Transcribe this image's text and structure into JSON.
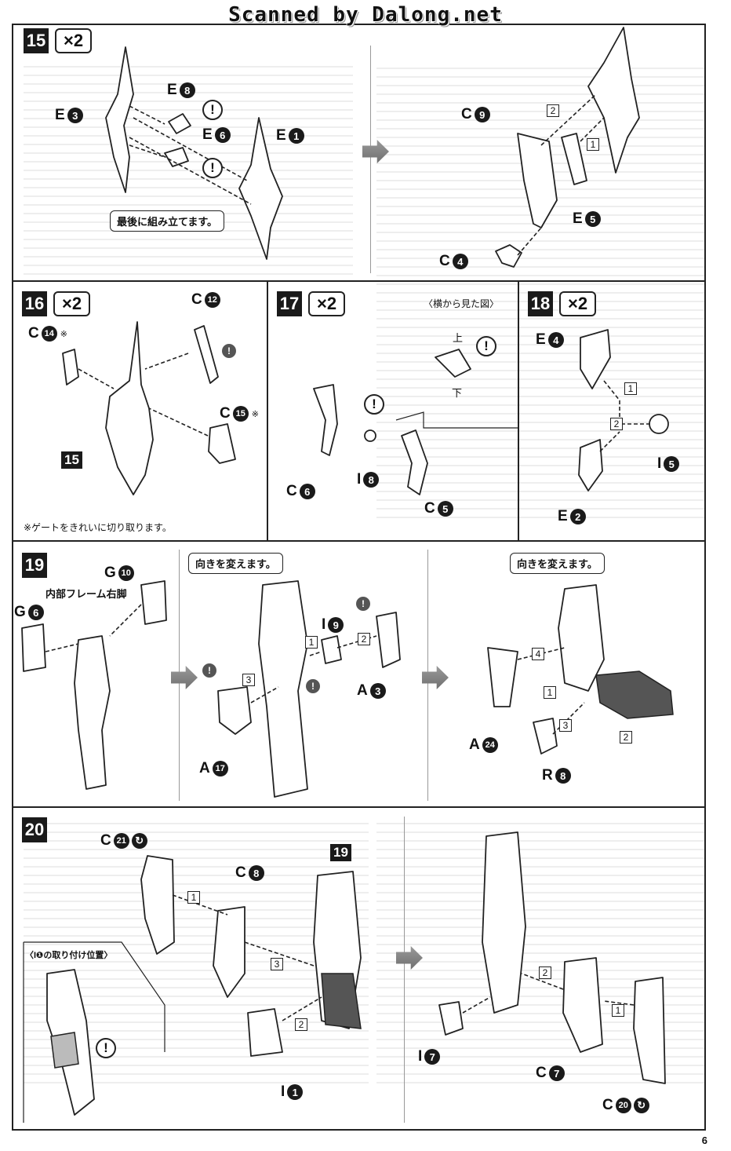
{
  "watermark": "Scanned by Dalong.net",
  "page_number": "6",
  "steps": {
    "s15": {
      "num": "15",
      "mult": "×2"
    },
    "s16": {
      "num": "16",
      "mult": "×2"
    },
    "s17": {
      "num": "17",
      "mult": "×2"
    },
    "s18": {
      "num": "18",
      "mult": "×2"
    },
    "s19": {
      "num": "19"
    },
    "s20": {
      "num": "20"
    }
  },
  "callouts": {
    "assemble_last": "最後に組み立てます。",
    "change_direction_1": "向きを変えます。",
    "change_direction_2": "向きを変えます。"
  },
  "texts": {
    "side_view": "〈横から見た図〉",
    "up": "上",
    "down": "下",
    "gate_note": "※ゲートをきれいに切り取ります。",
    "inner_frame_right_leg": "内部フレーム右脚",
    "attach_position": "〈I❶の取り付け位置〉",
    "warn": "!"
  },
  "refs": {
    "r15": "15",
    "r19": "19"
  },
  "parts": {
    "s15_e8": {
      "letter": "E",
      "num": "8"
    },
    "s15_e3": {
      "letter": "E",
      "num": "3"
    },
    "s15_e6": {
      "letter": "E",
      "num": "6"
    },
    "s15_e1": {
      "letter": "E",
      "num": "1"
    },
    "s15_c9": {
      "letter": "C",
      "num": "9"
    },
    "s15_e5": {
      "letter": "E",
      "num": "5"
    },
    "s15_c4": {
      "letter": "C",
      "num": "4"
    },
    "s16_c14": {
      "letter": "C",
      "num": "14",
      "note": "※"
    },
    "s16_c12": {
      "letter": "C",
      "num": "12"
    },
    "s16_c15": {
      "letter": "C",
      "num": "15",
      "note": "※"
    },
    "s17_c6": {
      "letter": "C",
      "num": "6"
    },
    "s17_i8": {
      "letter": "I",
      "num": "8"
    },
    "s17_c5": {
      "letter": "C",
      "num": "5"
    },
    "s18_e4": {
      "letter": "E",
      "num": "4"
    },
    "s18_i5": {
      "letter": "I",
      "num": "5"
    },
    "s18_e2": {
      "letter": "E",
      "num": "2"
    },
    "s19_g10": {
      "letter": "G",
      "num": "10"
    },
    "s19_g6": {
      "letter": "G",
      "num": "6"
    },
    "s19_i9": {
      "letter": "I",
      "num": "9"
    },
    "s19_a3": {
      "letter": "A",
      "num": "3"
    },
    "s19_a17": {
      "letter": "A",
      "num": "17"
    },
    "s19_a24": {
      "letter": "A",
      "num": "24"
    },
    "s19_r8": {
      "letter": "R",
      "num": "8"
    },
    "s20_c21": {
      "letter": "C",
      "num": "21"
    },
    "s20_c8": {
      "letter": "C",
      "num": "8"
    },
    "s20_i1": {
      "letter": "I",
      "num": "1"
    },
    "s20_i7": {
      "letter": "I",
      "num": "7"
    },
    "s20_c7": {
      "letter": "C",
      "num": "7"
    },
    "s20_c20": {
      "letter": "C",
      "num": "20"
    }
  },
  "order_marks": {
    "m15a": "2",
    "m15b": "1",
    "m18a": "1",
    "m18b": "2",
    "m19a": "1",
    "m19b": "2",
    "m19c": "3",
    "m19d": "4",
    "m19e": "1",
    "m19f": "3",
    "m19g": "2",
    "m20a": "1",
    "m20b": "3",
    "m20c": "2",
    "m20d": "2",
    "m20e": "1"
  }
}
